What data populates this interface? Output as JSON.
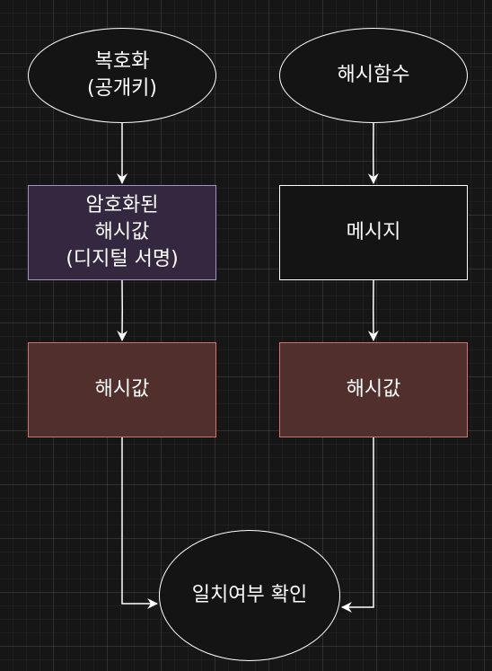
{
  "nodes": {
    "decrypt": "복호화\n(공개키)",
    "hash_function": "해시함수",
    "encrypted_hash": "암호화된\n해시값\n(디지털 서명)",
    "message": "메시지",
    "hash_left": "해시값",
    "hash_right": "해시값",
    "verify": "일치여부 확인"
  },
  "colors": {
    "background": "#161616",
    "stroke": "#ffffff",
    "text": "#ffffff",
    "encrypted_fill": "#33283f",
    "encrypted_border": "#a68fc4",
    "hash_fill": "#502f2c",
    "hash_border": "#d4736b"
  },
  "edges": [
    {
      "from": "decrypt",
      "to": "encrypted_hash"
    },
    {
      "from": "encrypted_hash",
      "to": "hash_left"
    },
    {
      "from": "hash_left",
      "to": "verify"
    },
    {
      "from": "hash_function",
      "to": "message"
    },
    {
      "from": "message",
      "to": "hash_right"
    },
    {
      "from": "hash_right",
      "to": "verify"
    }
  ]
}
